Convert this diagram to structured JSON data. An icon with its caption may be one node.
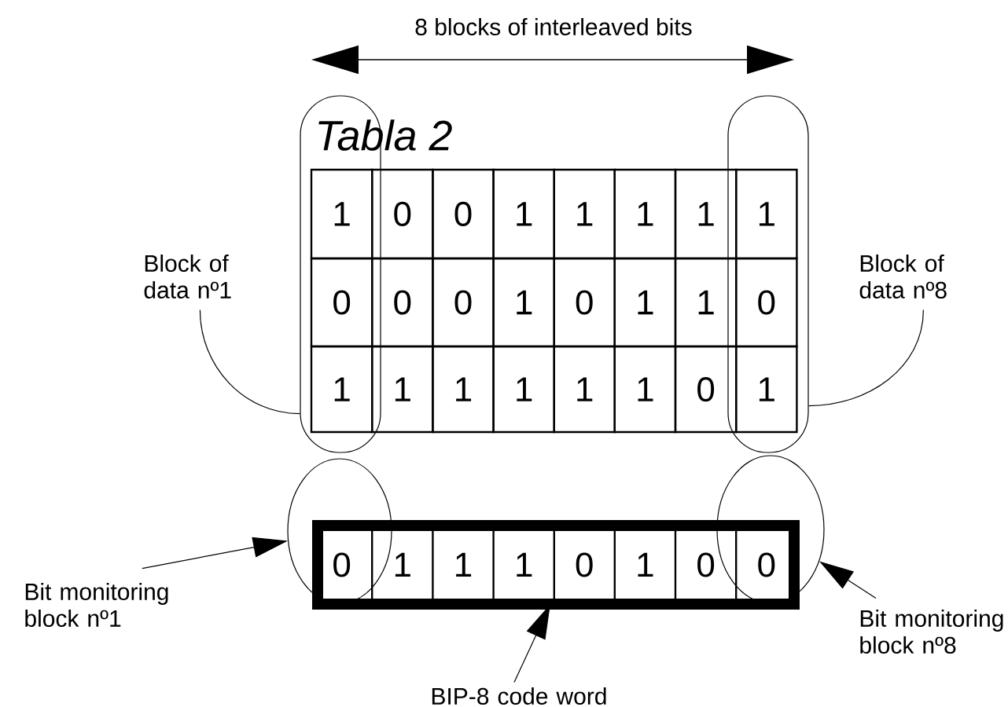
{
  "diagram": {
    "nodes": [
      {
        "text": [
          "Block of data nº1"
        ]
      },
      {
        "text": [
          "Block of data nº8"
        ]
      },
      {
        "text": [],
        "shape": "box"
      },
      {
        "text": [],
        "shape": "box"
      },
      {
        "text": [],
        "shape": "circle"
      },
      {
        "text": [],
        "shape": "circle"
      },
      {
        "text": [],
        "shape": "box"
      },
      {
        "text": [
          "Bit monitoring block nº1"
        ]
      },
      {
        "text": [
          "Bit monitoring block nº8"
        ]
      },
      {
        "text": [
          "BIP-8 code word"
        ]
      }
    ],
    "edges": [
      {
        "from": 0,
        "to": 2,
        "arrow": "none"
      },
      {
        "from": 1,
        "to": 3,
        "arrow": "none"
      },
      {
        "from": 7,
        "to": 4,
        "arrow": "to"
      },
      {
        "from": 8,
        "to": 5,
        "arrow": "to"
      },
      {
        "from": 9,
        "to": 6,
        "arrow": "to"
      }
    ],
    "labels": [
      "8 blocks of interleaved bits",
      "Tabla 2",
      "1",
      "0",
      "0",
      "1",
      "1",
      "1",
      "1",
      "1",
      "0",
      "0",
      "0",
      "1",
      "0",
      "1",
      "1",
      "0",
      "1",
      "1",
      "1",
      "1",
      "1",
      "1",
      "0",
      "1",
      "0",
      "1",
      "1",
      "1",
      "0",
      "1",
      "0",
      "0"
    ]
  }
}
